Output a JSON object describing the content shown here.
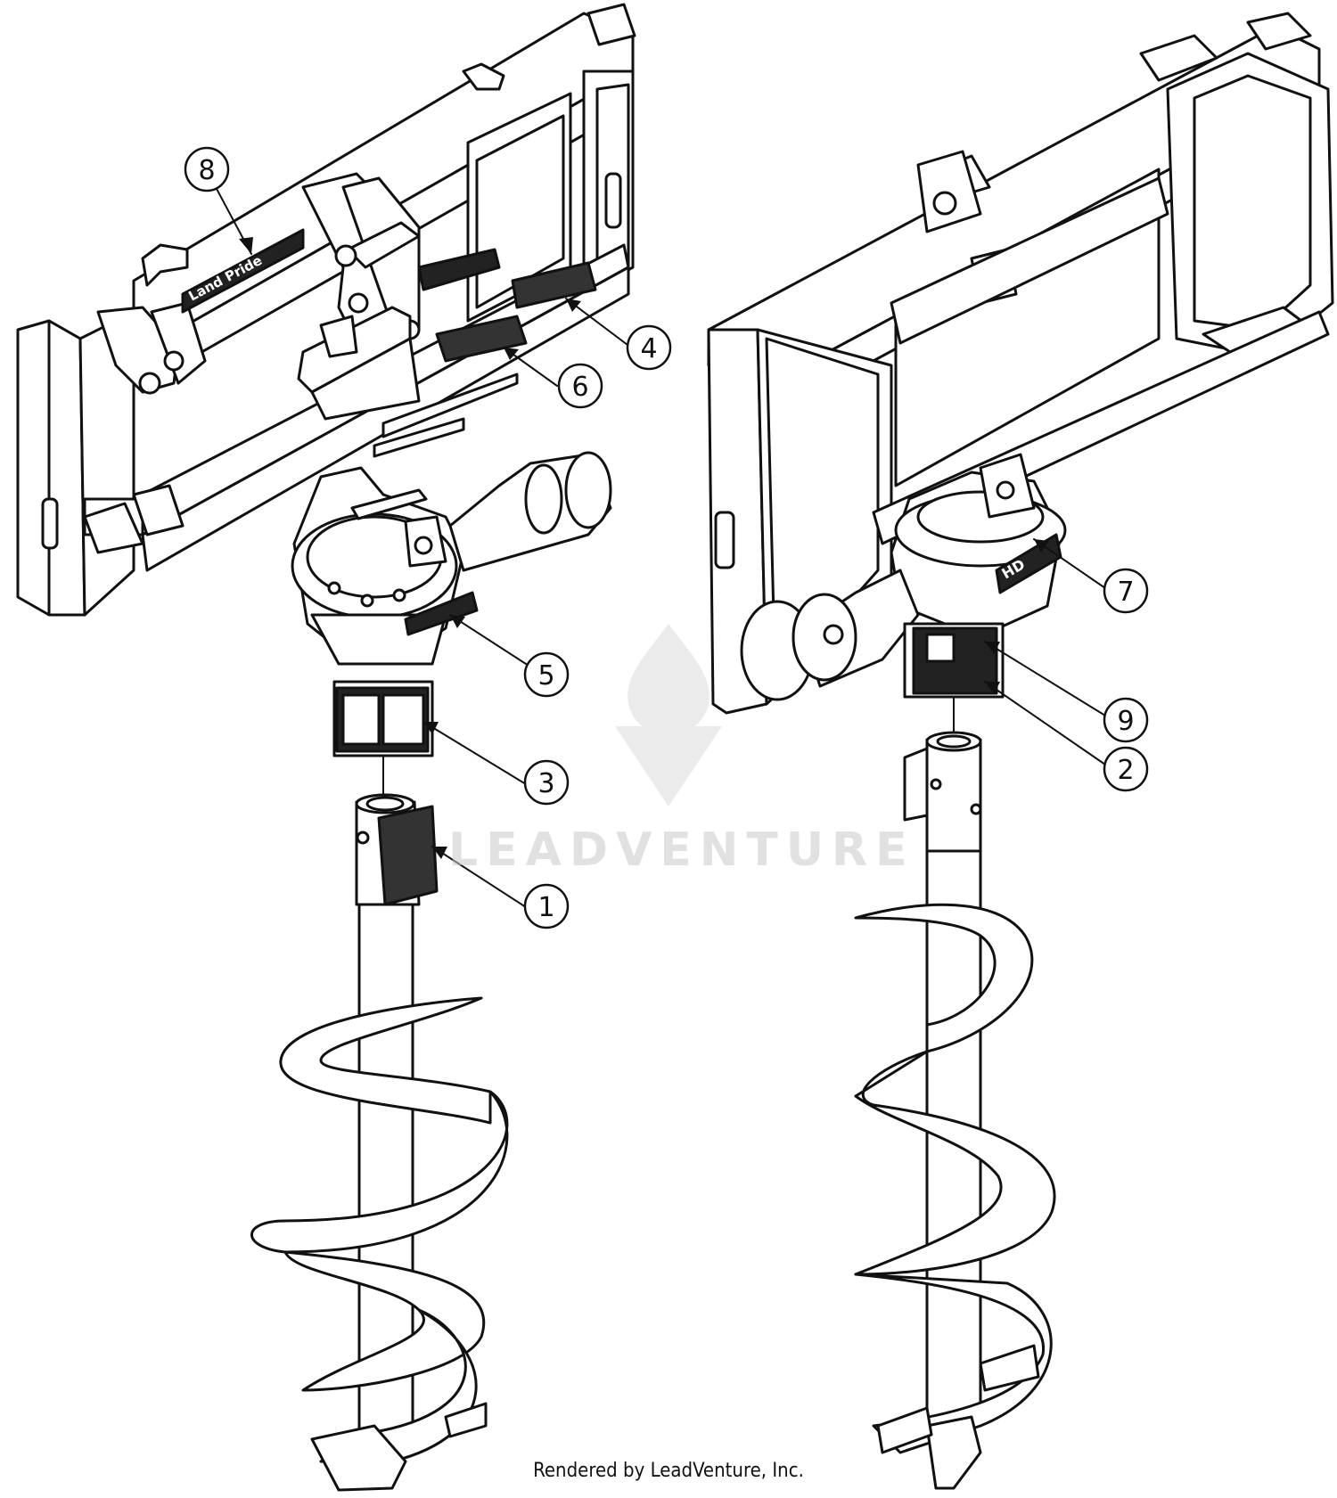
{
  "watermark": {
    "text": "LEADVENTURE",
    "logo_icon": "flame-v-logo-icon"
  },
  "credit": "Rendered by LeadVenture, Inc.",
  "callouts": [
    {
      "id": "8",
      "label": "8"
    },
    {
      "id": "4",
      "label": "4"
    },
    {
      "id": "6",
      "label": "6"
    },
    {
      "id": "5",
      "label": "5"
    },
    {
      "id": "3",
      "label": "3"
    },
    {
      "id": "1",
      "label": "1"
    },
    {
      "id": "7",
      "label": "7"
    },
    {
      "id": "9",
      "label": "9"
    },
    {
      "id": "2",
      "label": "2"
    }
  ],
  "decal_text": {
    "brand_left": "Land Pride",
    "brand_right": "HD"
  }
}
